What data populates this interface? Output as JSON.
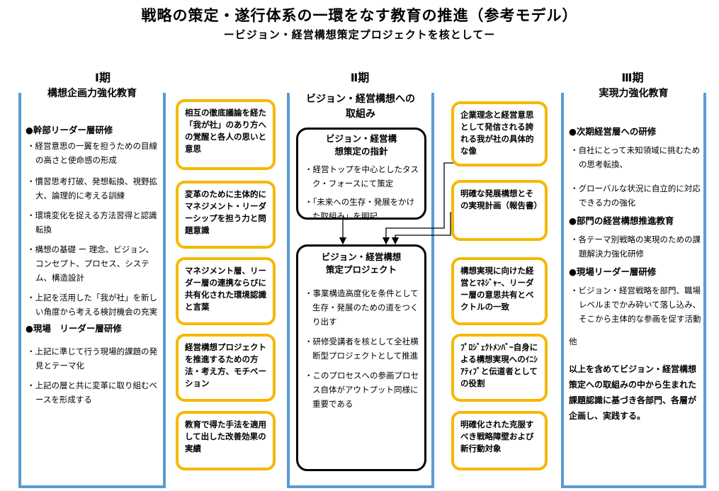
{
  "title": "戦略の策定・遂行体系の一環をなす教育の推進（参考モデル）",
  "subtitle": "ービジョン・経営構想策定プロジェクトを核としてー",
  "periods": [
    "Ⅰ期",
    "Ⅱ期",
    "Ⅲ期"
  ],
  "colors": {
    "panel_border": "#5b9bd5",
    "box_border": "#f5b800",
    "inner_border": "#000000"
  },
  "left": {
    "heading": "構想企画力強化教育",
    "sections": [
      {
        "title": "●幹部リーダー層研修",
        "items": [
          "・経営意思の一翼を担うための目線の高さと使命感の形成",
          "・慣習思考打破、発想転換、視野拡大、論理的に考える訓練",
          "・環境変化を捉える方法習得と認識転換",
          "・構想の基礎 ー 理念、ビジョン、コンセプト、プロセス、システム、構造設計",
          "・上記を活用した「我が社」を新しい角度から考える検討機会の充実"
        ]
      },
      {
        "title": "●現場　リーダー層研修",
        "items": [
          "・上記に準じて行う現場的課題の発見とテーマ化",
          "・上記の層と共に変革に取り組むベースを形成する"
        ]
      }
    ]
  },
  "left_boxes": [
    "相互の徹底議論を経た「我が社」のあり方への覚醒と各人の思いと意思",
    "変革のために主体的にマネジメント・リーダーシップを担う力と問題意識",
    "マネジメント層、リーダー層の連携ならびに共有化された環境認識と言葉",
    "経営構想プロジェクトを推進するための方法・考え方、モチベーション",
    "教育で得た手法を適用して出した改善効果の実績"
  ],
  "center": {
    "heading": "ビジョン・経営構想への取組み",
    "guideline": {
      "title": "ビジョン・経営構想策定の指針",
      "items": [
        "・経営トップを中心としたタスク・フォースにて策定",
        "・「未来への生存・発展をかけた取組み」を明記"
      ]
    },
    "project": {
      "title": "ビジョン・経営構想策定プロジェクト",
      "items": [
        "・事業構造高度化を条件として生存・発展のための道をつくり出す",
        "・研修受講者を核として全社横断型プロジェクトとして推進",
        "・このプロセスへの参画プロセス自体がアウトプット同様に重要である"
      ]
    }
  },
  "right_boxes": [
    "企業理念と経営意思として発信される誇れる我が社の具体的な像",
    "明確な発展構想とその実現計画（報告書）",
    "構想実現に向けた経営とﾏﾈｼﾞｬｰ、リーダー層の意思共有とベクトルの一致",
    "ﾌﾟﾛｼﾞｪｸﾄﾒﾝﾊﾞｰ自身による構想実現へのｲﾆｼｱﾃｨﾌﾞと伝道者としての役割",
    "明確化された克服すべき戦略障壁および新行動対象"
  ],
  "right": {
    "heading": "実現力強化教育",
    "sections": [
      {
        "title": "●次期経営層への研修",
        "items": [
          "・自社にとって未知領域に挑むための思考転換、",
          "・グローバルな状況に自立的に対応できる力の強化"
        ]
      },
      {
        "title": "●部門の経営構想推進教育",
        "items": [
          "・各テーマ別戦略の実現のための課題解決力強化研修"
        ]
      },
      {
        "title": "●現場リーダー層研修",
        "items": [
          "・ビジョン・経営戦略を部門、職場レベルまでかみ砕いて落し込み、そこから主体的な参画を促す活動"
        ]
      }
    ],
    "other": "他",
    "summary": "以上を含めてビジョン・経営構想策定への取組みの中から生まれた課題認識に基づき各部門、各層が企画し、実践する。"
  }
}
